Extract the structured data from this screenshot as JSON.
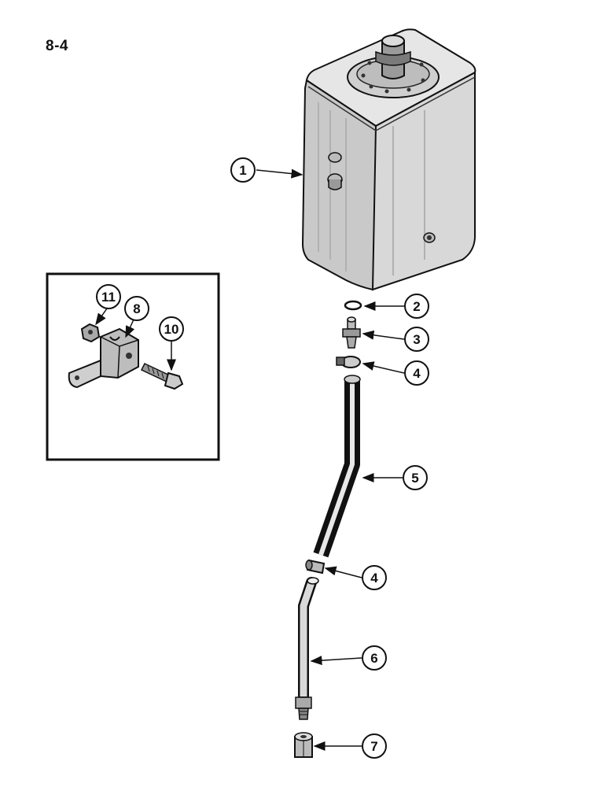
{
  "page": {
    "label": "8-4"
  },
  "callouts": [
    {
      "id": "c1",
      "text": "1"
    },
    {
      "id": "c2",
      "text": "2"
    },
    {
      "id": "c3",
      "text": "3"
    },
    {
      "id": "c4a",
      "text": "4"
    },
    {
      "id": "c5",
      "text": "5"
    },
    {
      "id": "c4b",
      "text": "4"
    },
    {
      "id": "c6",
      "text": "6"
    },
    {
      "id": "c7",
      "text": "7"
    },
    {
      "id": "c11",
      "text": "11"
    },
    {
      "id": "c8",
      "text": "8"
    },
    {
      "id": "c10",
      "text": "10"
    }
  ],
  "parts": [
    {
      "name": "reservoir-tank",
      "icon": "tank-icon"
    },
    {
      "name": "o-ring",
      "icon": "o-ring-icon"
    },
    {
      "name": "fitting",
      "icon": "fitting-icon"
    },
    {
      "name": "hose-clamp",
      "icon": "clamp-icon"
    },
    {
      "name": "hose",
      "icon": "hose-icon"
    },
    {
      "name": "tube",
      "icon": "tube-icon"
    },
    {
      "name": "nut",
      "icon": "nut-icon"
    },
    {
      "name": "bracket",
      "icon": "bracket-icon"
    },
    {
      "name": "bolt",
      "icon": "bolt-icon"
    }
  ]
}
